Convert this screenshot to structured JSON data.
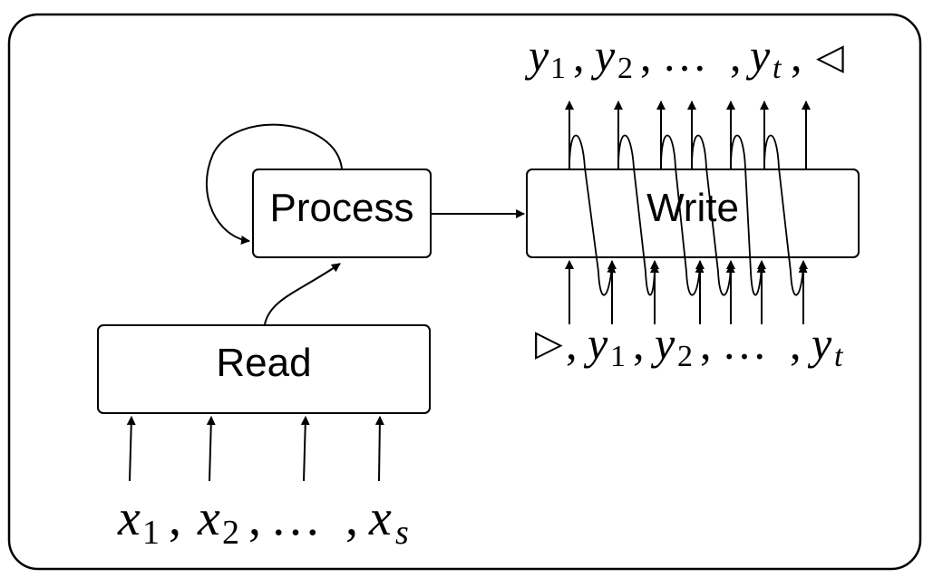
{
  "boxes": {
    "process": "Process",
    "read": "Read",
    "write": "Write"
  },
  "top_sequence": {
    "y": "y",
    "sub1": "1",
    "sub2": "2",
    "subt": "t",
    "comma": ",",
    "ellipsis": "…",
    "end_symbol": "◁"
  },
  "write_inputs": {
    "start_symbol": "▷",
    "y": "y",
    "sub1": "1",
    "sub2": "2",
    "subt": "t",
    "comma": ",",
    "ellipsis": "…"
  },
  "read_inputs": {
    "x": "x",
    "sub1": "1",
    "sub2": "2",
    "subs": "s",
    "comma": ",",
    "ellipsis": "…"
  }
}
